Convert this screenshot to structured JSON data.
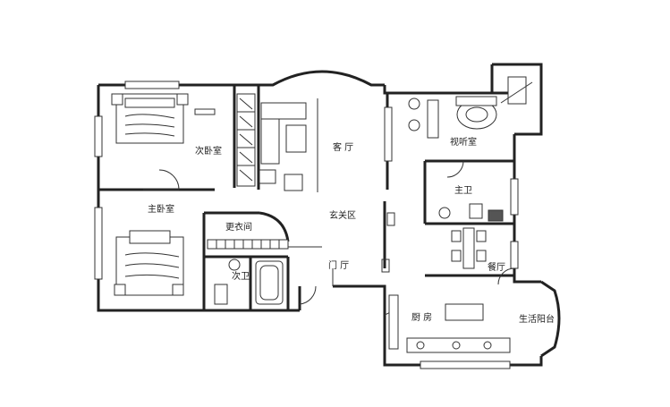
{
  "rooms": {
    "second_bedroom": "次卧室",
    "living_room": "客  厅",
    "study": "视听室",
    "master_bedroom": "主卧室",
    "closet": "更衣间",
    "foyer": "玄关区",
    "master_bath": "主卫",
    "second_bath": "次卫",
    "entrance": "门  厅",
    "dining": "餐厅",
    "kitchen": "厨  房",
    "balcony": "生活阳台"
  }
}
